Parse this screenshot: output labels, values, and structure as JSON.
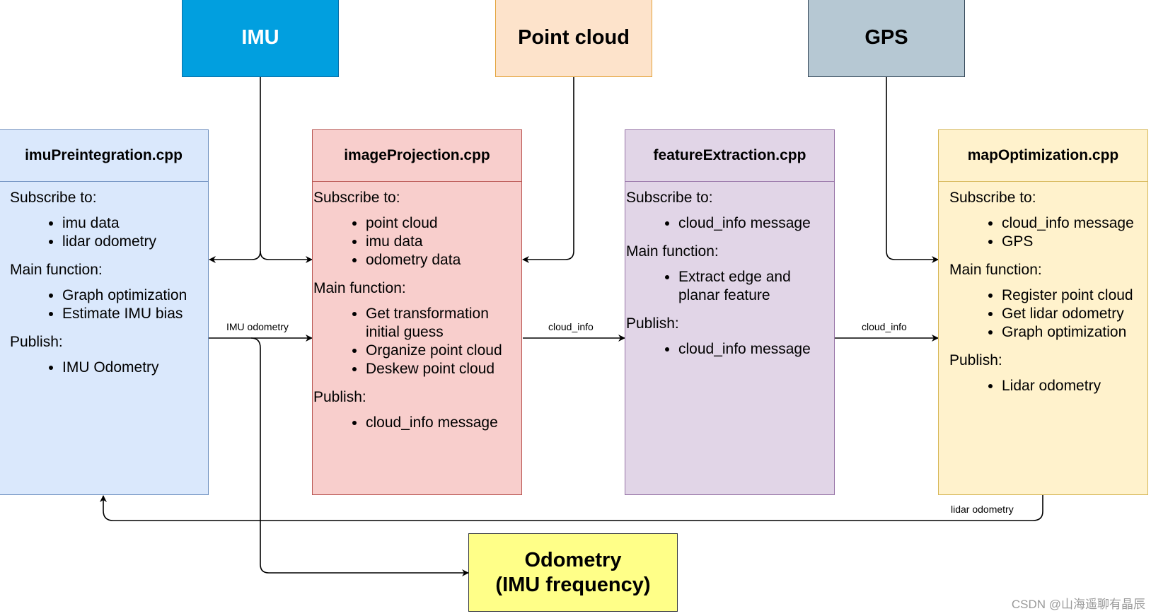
{
  "sources": {
    "imu": "IMU",
    "point_cloud": "Point cloud",
    "gps": "GPS"
  },
  "nodes": [
    {
      "title": "imuPreintegration.cpp",
      "sections": [
        {
          "heading": "Subscribe to:",
          "items": [
            "imu data",
            "lidar odometry"
          ]
        },
        {
          "heading": "Main function:",
          "items": [
            "Graph optimization",
            "Estimate IMU bias"
          ]
        },
        {
          "heading": "Publish:",
          "items": [
            "IMU Odometry"
          ]
        }
      ]
    },
    {
      "title": "imageProjection.cpp",
      "sections": [
        {
          "heading": "Subscribe to:",
          "items": [
            "point cloud",
            "imu data",
            "odometry data"
          ]
        },
        {
          "heading": "Main function:",
          "items": [
            "Get transformation initial guess",
            "Organize point cloud",
            "Deskew point cloud"
          ]
        },
        {
          "heading": "Publish:",
          "items": [
            "cloud_info message"
          ]
        }
      ]
    },
    {
      "title": "featureExtraction.cpp",
      "sections": [
        {
          "heading": "Subscribe to:",
          "items": [
            "cloud_info message"
          ]
        },
        {
          "heading": "Main function:",
          "items": [
            "Extract edge and planar feature"
          ]
        },
        {
          "heading": "Publish:",
          "items": [
            "cloud_info message"
          ]
        }
      ]
    },
    {
      "title": "mapOptimization.cpp",
      "sections": [
        {
          "heading": "Subscribe to:",
          "items": [
            "cloud_info message",
            "GPS"
          ]
        },
        {
          "heading": "Main function:",
          "items": [
            "Register point cloud",
            "Get lidar odometry",
            "Graph optimization"
          ]
        },
        {
          "heading": "Publish:",
          "items": [
            "Lidar odometry"
          ]
        }
      ]
    }
  ],
  "edge_labels": {
    "imu_odometry": "IMU odometry",
    "cloud_info_1": "cloud_info",
    "cloud_info_2": "cloud_info",
    "lidar_odometry": "lidar odometry"
  },
  "output": {
    "line1": "Odometry",
    "line2": "(IMU frequency)"
  },
  "watermark": "CSDN @山海遥聊有晶辰"
}
